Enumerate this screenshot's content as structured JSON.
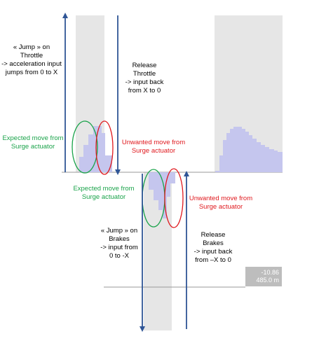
{
  "labels": {
    "jump_throttle": "« Jump » on\nThrottle\n-> acceleration input\njumps from 0 to X",
    "release_throttle": "Release\nThrottle\n-> input back\nfrom X to 0",
    "expected_top": "Expected move from\nSurge actuator",
    "unwanted_top": "Unwanted move from\nSurge actuator",
    "expected_bottom": "Expected move from\nSurge actuator",
    "unwanted_bottom": "Unwanted move from\nSurge actuator",
    "jump_brakes": "«  Jump » on\nBrakes\n-> input from\n0 to -X",
    "release_brakes": "Release\nBrakes\n-> input back\nfrom –X to 0"
  },
  "readout": {
    "line1": "-10.86",
    "line2": "485.0 m"
  },
  "colors": {
    "bar": "#c5c6ee",
    "band": "#e6e6e6",
    "arrow": "#2f5596",
    "green": "#1aa34a",
    "red": "#e0191e"
  }
}
